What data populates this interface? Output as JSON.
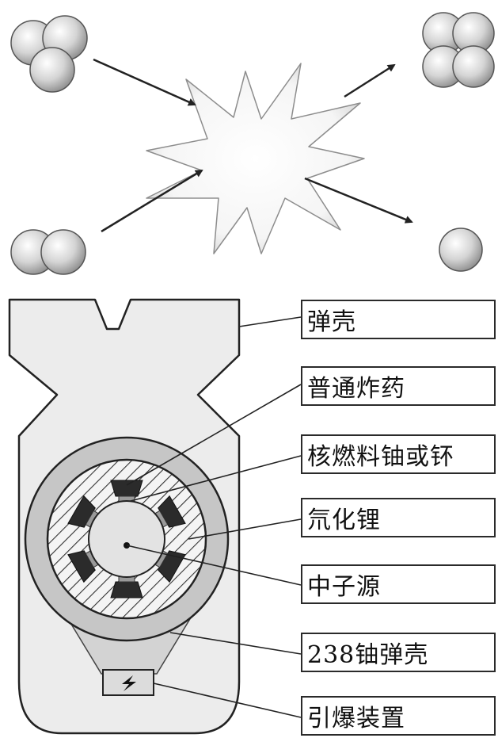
{
  "labels": {
    "shell": "弹壳",
    "explosive": "普通炸药",
    "fuel": "核燃料铀或钚",
    "lithium": "氘化锂",
    "neutron": "中子源",
    "u238": "238铀弹壳",
    "detonator": "引爆装置"
  },
  "colors": {
    "bomb_body": "#ececec",
    "sphere_outer": "#c6c6c6",
    "core": "#e3e3e3",
    "explosive": "#2b2b2b",
    "fuel": "#9a9a9a",
    "flash": "#ffffff",
    "line": "#222222"
  }
}
